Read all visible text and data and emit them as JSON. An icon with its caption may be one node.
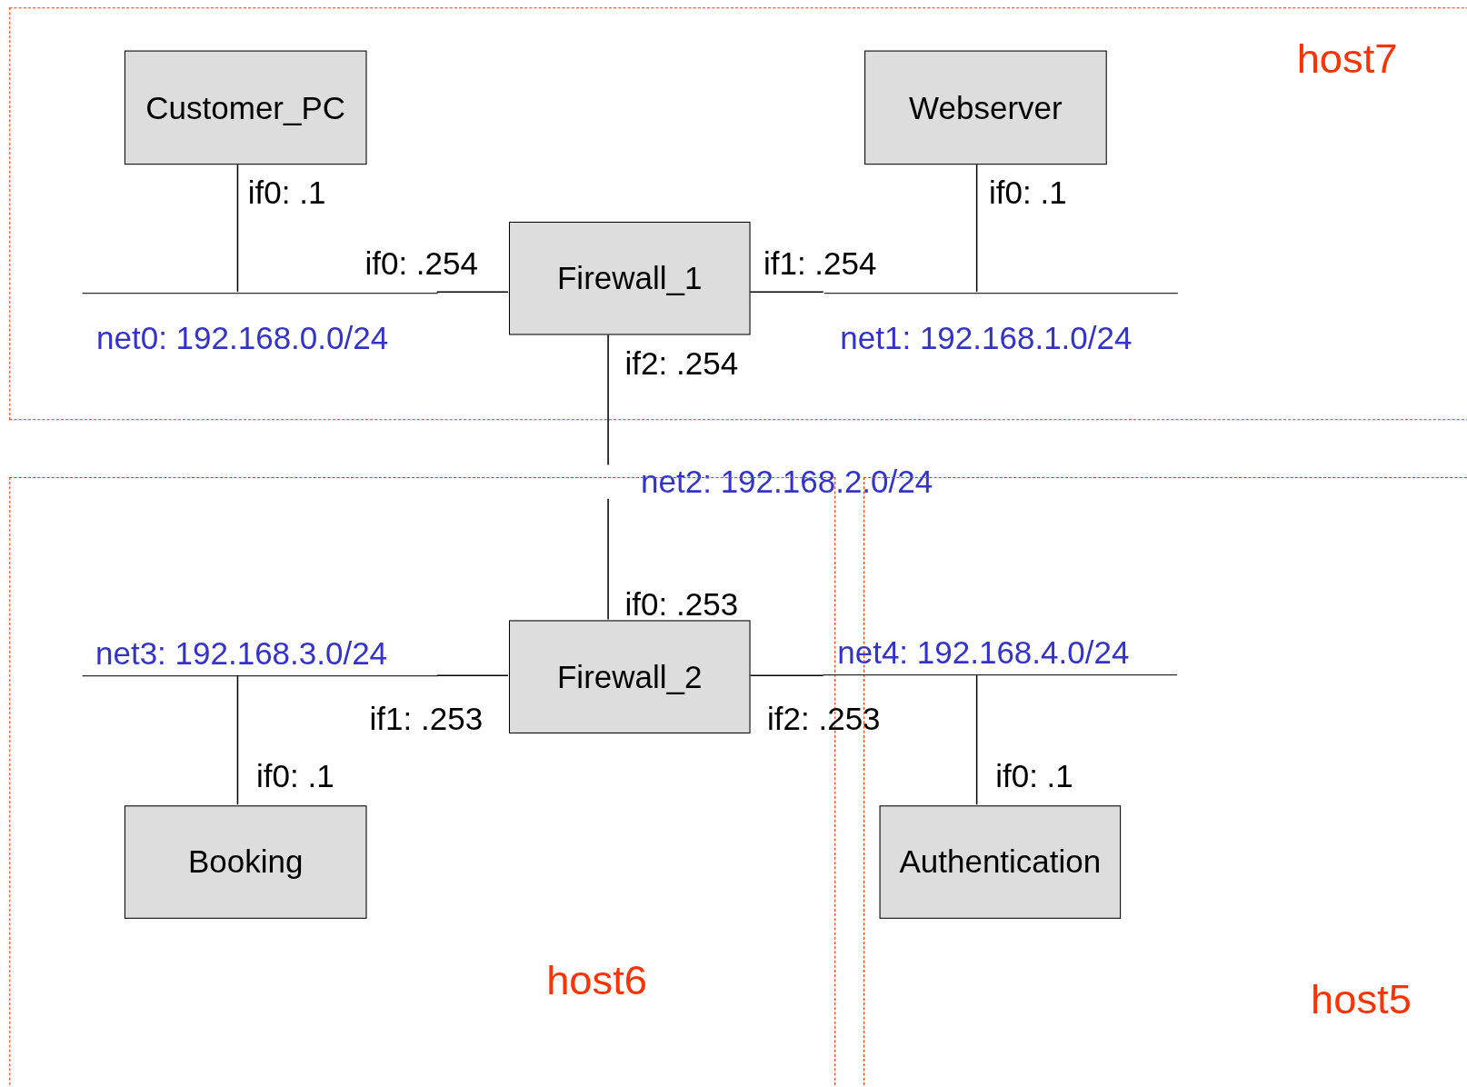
{
  "diagram": {
    "nodes": [
      {
        "text": [
          "host7"
        ]
      },
      {
        "text": [
          "Customer_PC"
        ],
        "in": 0
      },
      {
        "text": [
          "Webserver"
        ],
        "in": 0
      },
      {
        "text": [
          "Firewall_1"
        ],
        "in": 0
      },
      {
        "text": [
          "net0: 192.168.0.0/24"
        ],
        "in": 0
      },
      {
        "text": [
          "net1: 192.168.1.0/24"
        ],
        "in": 0
      },
      {
        "text": [
          "net2: 192.168.2.0/24"
        ]
      },
      {
        "text": [
          "host6"
        ]
      },
      {
        "text": [
          "host5"
        ]
      },
      {
        "text": [
          "net3: 192.168.3.0/24"
        ],
        "in": 7
      },
      {
        "text": [
          "Firewall_2"
        ],
        "in": 7
      },
      {
        "text": [
          "net4: 192.168.4.0/24"
        ]
      },
      {
        "text": [
          "Booking"
        ],
        "in": 7
      },
      {
        "text": [
          "Authentication"
        ],
        "in": 8
      }
    ],
    "edges": [
      {
        "from": 1,
        "to": 4,
        "arrow": "none",
        "label": "if0: .1"
      },
      {
        "from": 3,
        "to": 4,
        "arrow": "none",
        "label": "if0: .254"
      },
      {
        "from": 3,
        "to": 5,
        "arrow": "none",
        "label": "if1: .254"
      },
      {
        "from": 2,
        "to": 5,
        "arrow": "none",
        "label": "if0: .1"
      },
      {
        "from": 3,
        "to": 6,
        "arrow": "none",
        "label": "if2: .254"
      },
      {
        "from": 6,
        "to": 10,
        "arrow": "none",
        "label": "if0: .253"
      },
      {
        "from": 10,
        "to": 9,
        "arrow": "none",
        "label": "if1: .253"
      },
      {
        "from": 10,
        "to": 11,
        "arrow": "none",
        "label": "if2: .253"
      },
      {
        "from": 12,
        "to": 9,
        "arrow": "none",
        "label": "if0: .1"
      },
      {
        "from": 13,
        "to": 11,
        "arrow": "none",
        "label": "if0: .1"
      }
    ]
  }
}
